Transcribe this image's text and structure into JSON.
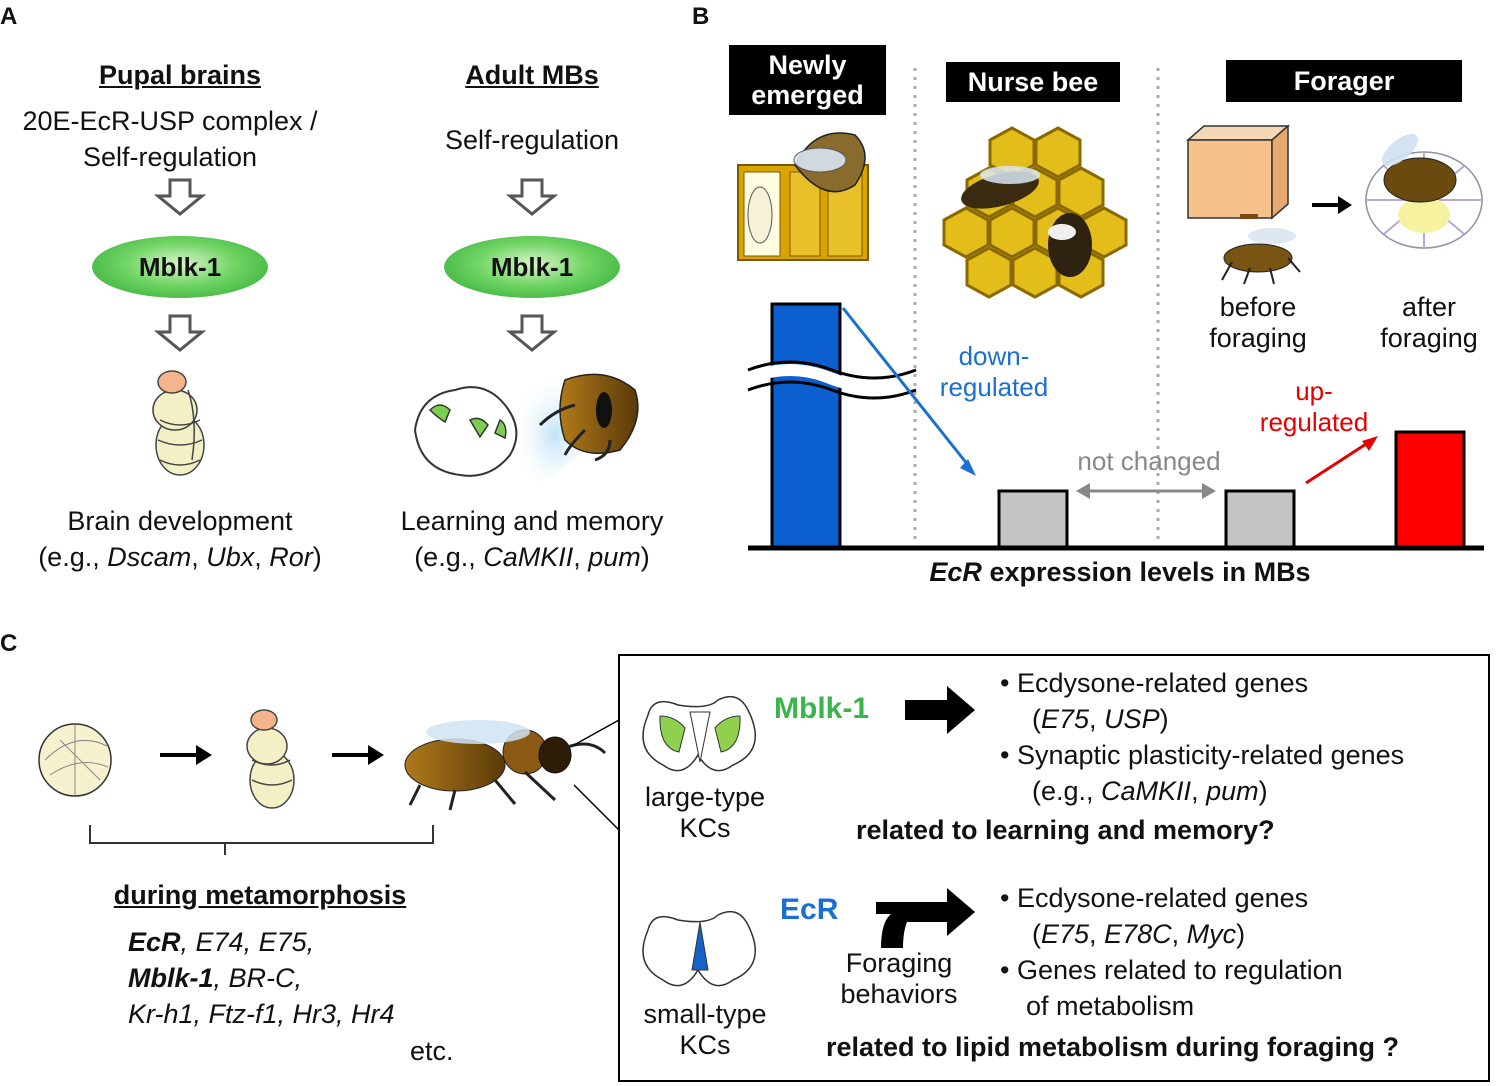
{
  "panelA": {
    "letter": "A",
    "pupal": {
      "heading": "Pupal brains",
      "reg1": "20E-EcR-USP complex /",
      "reg2": "Self-regulation",
      "oval": "Mblk-1",
      "outcome": "Brain development",
      "examples": {
        "pre": "(e.g., ",
        "g1": "Dscam",
        "s1": ", ",
        "g2": "Ubx",
        "s2": ", ",
        "g3": "Ror",
        "post": ")"
      }
    },
    "adult": {
      "heading": "Adult MBs",
      "reg": "Self-regulation",
      "oval": "Mblk-1",
      "outcome": "Learning and memory",
      "examples": {
        "pre": "(e.g., ",
        "g1": "CaMKII",
        "s1": ", ",
        "g2": "pum",
        "post": ")"
      }
    }
  },
  "panelB": {
    "letter": "B",
    "stages": [
      {
        "label1": "Newly",
        "label2": "emerged"
      },
      {
        "label": "Nurse bee"
      },
      {
        "label": "Forager"
      }
    ],
    "forager_sub": {
      "before1": "before",
      "before2": "foraging",
      "after1": "after",
      "after2": "foraging"
    },
    "annotations": {
      "down1": "down-",
      "down2": "regulated",
      "up1": "up-",
      "up2": "regulated",
      "same": "not changed"
    },
    "axis": {
      "gene": "EcR",
      "rest": " expression levels in MBs"
    },
    "colors": {
      "newly": "#0b5fce",
      "nurse": "#c4c4c4",
      "before": "#c4c4c4",
      "after": "#ff0000",
      "down": "#1a6fd1",
      "up": "#e60000",
      "same": "#888888"
    }
  },
  "panelC": {
    "letter": "C",
    "during": "during metamorphosis",
    "genes": {
      "l1a": "EcR",
      "l1b": ", E74, E75,",
      "l2a": "Mblk-1",
      "l2b": ", BR-C,",
      "l3": "Kr-h1, Ftz-f1, Hr3, Hr4",
      "etc": "etc."
    },
    "large": {
      "kc1": "large-type",
      "kc2": "KCs",
      "factor": "Mblk-1",
      "b1": "• Ecdysone-related genes",
      "b1g": {
        "pre": "(",
        "g1": "E75",
        "s1": ", ",
        "g2": "USP",
        "post": ")"
      },
      "b2": "• Synaptic plasticity-related genes",
      "b2g": {
        "pre": "(e.g., ",
        "g1": "CaMKII",
        "s1": ", ",
        "g2": "pum",
        "post": ")"
      },
      "concl": "related to learning and memory?"
    },
    "small": {
      "kc1": "small-type",
      "kc2": "KCs",
      "factor": "EcR",
      "trig1": "Foraging",
      "trig2": "behaviors",
      "b1": "• Ecdysone-related genes",
      "b1g": {
        "pre": "(",
        "g1": "E75",
        "s1": ", ",
        "g2": "E78C",
        "s2": ", ",
        "g3": "Myc",
        "post": ")"
      },
      "b2": "• Genes related to regulation",
      "b2b": "of metabolism",
      "concl": "related to lipid metabolism during foraging ?"
    }
  }
}
